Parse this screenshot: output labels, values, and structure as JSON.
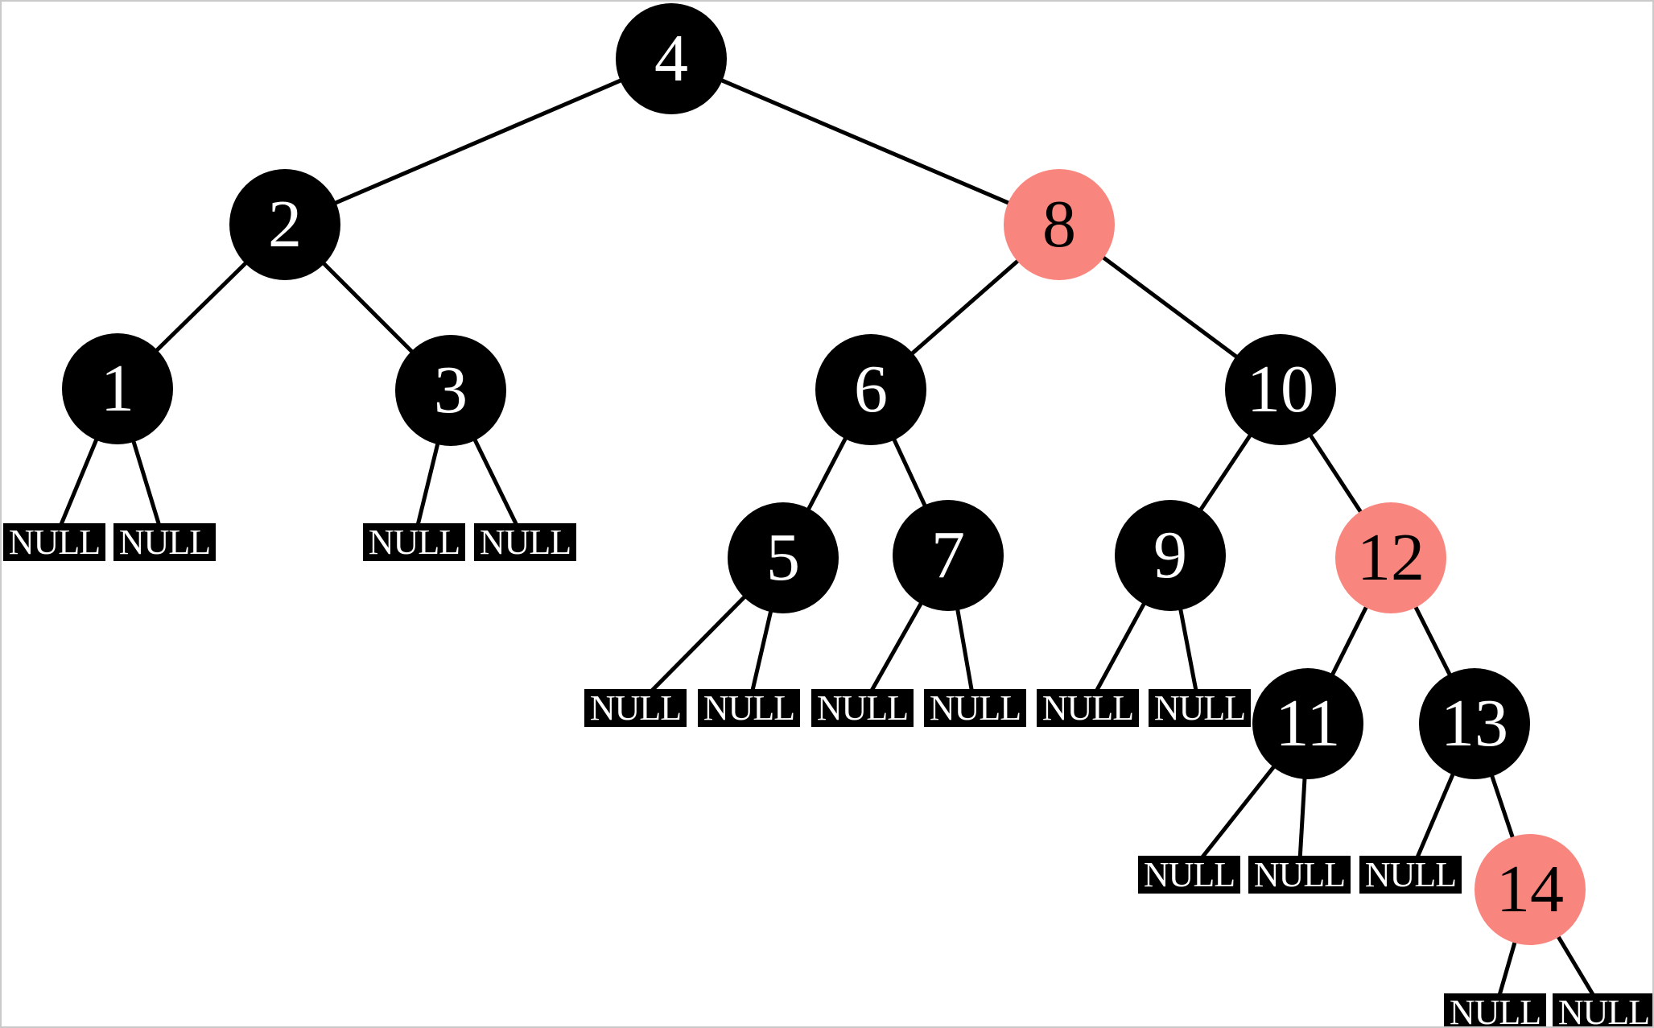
{
  "tree": {
    "type": "red-black-tree",
    "null_label": "NULL",
    "colors": {
      "black_node_fill": "#000000",
      "black_node_text": "#ffffff",
      "red_node_fill": "#f9867e",
      "red_node_text": "#000000",
      "null_fill": "#000000",
      "null_text": "#ffffff",
      "edge": "#000000",
      "background": "#ffffff",
      "canvas_border": "#c9c9c9"
    },
    "nodes": [
      {
        "label": "4",
        "color": "black",
        "children": [
          "2",
          "8"
        ]
      },
      {
        "label": "2",
        "color": "black",
        "children": [
          "1",
          "3"
        ]
      },
      {
        "label": "8",
        "color": "red",
        "children": [
          "6",
          "10"
        ]
      },
      {
        "label": "1",
        "color": "black",
        "children": [
          "NULL",
          "NULL"
        ]
      },
      {
        "label": "3",
        "color": "black",
        "children": [
          "NULL",
          "NULL"
        ]
      },
      {
        "label": "6",
        "color": "black",
        "children": [
          "5",
          "7"
        ]
      },
      {
        "label": "10",
        "color": "black",
        "children": [
          "9",
          "12"
        ]
      },
      {
        "label": "5",
        "color": "black",
        "children": [
          "NULL",
          "NULL"
        ]
      },
      {
        "label": "7",
        "color": "black",
        "children": [
          "NULL",
          "NULL"
        ]
      },
      {
        "label": "9",
        "color": "black",
        "children": [
          "NULL",
          "NULL"
        ]
      },
      {
        "label": "12",
        "color": "red",
        "children": [
          "11",
          "13"
        ]
      },
      {
        "label": "11",
        "color": "black",
        "children": [
          "NULL",
          "NULL"
        ]
      },
      {
        "label": "13",
        "color": "black",
        "children": [
          "NULL",
          "14"
        ]
      },
      {
        "label": "14",
        "color": "red",
        "children": [
          "NULL",
          "NULL"
        ]
      }
    ],
    "edges": [
      [
        "4",
        "2"
      ],
      [
        "4",
        "8"
      ],
      [
        "2",
        "1"
      ],
      [
        "2",
        "3"
      ],
      [
        "8",
        "6"
      ],
      [
        "8",
        "10"
      ],
      [
        "1",
        "NULL"
      ],
      [
        "1",
        "NULL"
      ],
      [
        "3",
        "NULL"
      ],
      [
        "3",
        "NULL"
      ],
      [
        "6",
        "5"
      ],
      [
        "6",
        "7"
      ],
      [
        "10",
        "9"
      ],
      [
        "10",
        "12"
      ],
      [
        "5",
        "NULL"
      ],
      [
        "5",
        "NULL"
      ],
      [
        "7",
        "NULL"
      ],
      [
        "7",
        "NULL"
      ],
      [
        "9",
        "NULL"
      ],
      [
        "9",
        "NULL"
      ],
      [
        "12",
        "11"
      ],
      [
        "12",
        "13"
      ],
      [
        "11",
        "NULL"
      ],
      [
        "11",
        "NULL"
      ],
      [
        "13",
        "NULL"
      ],
      [
        "13",
        "14"
      ],
      [
        "14",
        "NULL"
      ],
      [
        "14",
        "NULL"
      ]
    ]
  }
}
